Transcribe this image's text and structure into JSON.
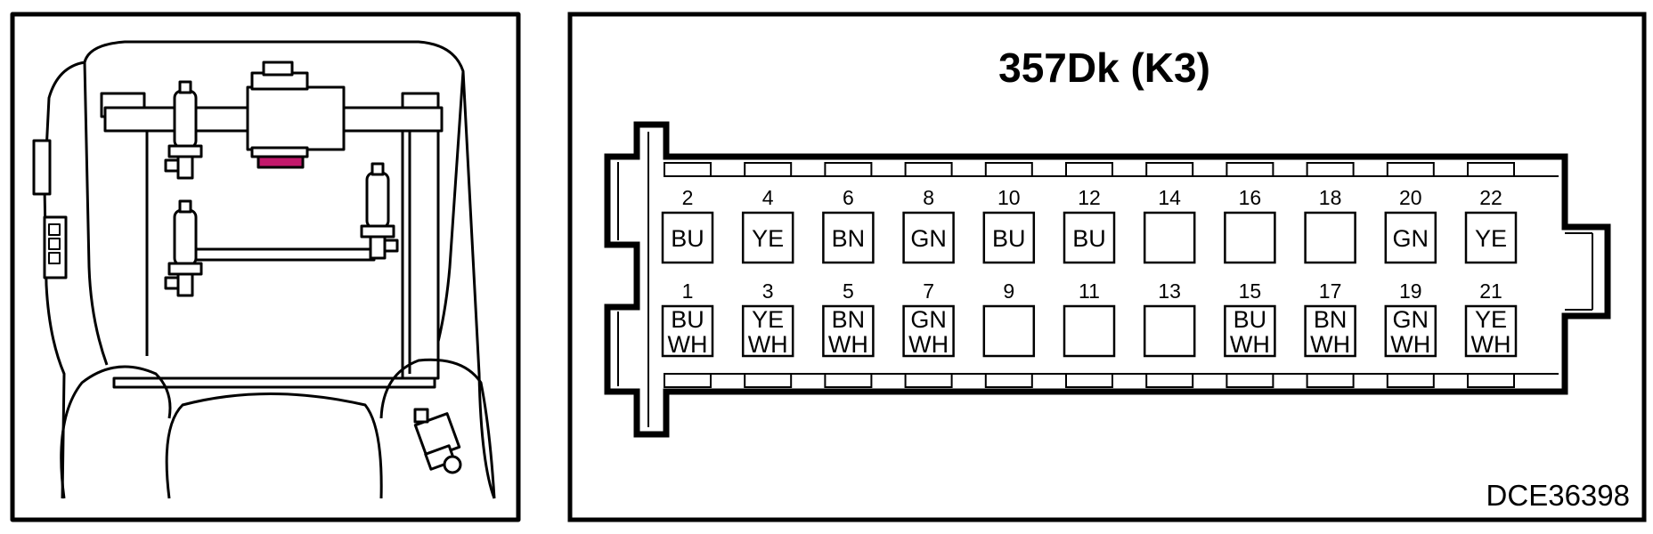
{
  "connector": {
    "title": "357Dk (K3)",
    "figure_code": "DCE36398",
    "highlight_color": "#c2186b",
    "top_row": [
      {
        "pin": "2",
        "colors": [
          "BU"
        ]
      },
      {
        "pin": "4",
        "colors": [
          "YE"
        ]
      },
      {
        "pin": "6",
        "colors": [
          "BN"
        ]
      },
      {
        "pin": "8",
        "colors": [
          "GN"
        ]
      },
      {
        "pin": "10",
        "colors": [
          "BU"
        ]
      },
      {
        "pin": "12",
        "colors": [
          "BU"
        ]
      },
      {
        "pin": "14",
        "colors": []
      },
      {
        "pin": "16",
        "colors": []
      },
      {
        "pin": "18",
        "colors": []
      },
      {
        "pin": "20",
        "colors": [
          "GN"
        ]
      },
      {
        "pin": "22",
        "colors": [
          "YE"
        ]
      }
    ],
    "bottom_row": [
      {
        "pin": "1",
        "colors": [
          "BU",
          "WH"
        ]
      },
      {
        "pin": "3",
        "colors": [
          "YE",
          "WH"
        ]
      },
      {
        "pin": "5",
        "colors": [
          "BN",
          "WH"
        ]
      },
      {
        "pin": "7",
        "colors": [
          "GN",
          "WH"
        ]
      },
      {
        "pin": "9",
        "colors": []
      },
      {
        "pin": "11",
        "colors": []
      },
      {
        "pin": "13",
        "colors": []
      },
      {
        "pin": "15",
        "colors": [
          "BU",
          "WH"
        ]
      },
      {
        "pin": "17",
        "colors": [
          "BN",
          "WH"
        ]
      },
      {
        "pin": "19",
        "colors": [
          "GN",
          "WH"
        ]
      },
      {
        "pin": "21",
        "colors": [
          "YE",
          "WH"
        ]
      }
    ]
  }
}
